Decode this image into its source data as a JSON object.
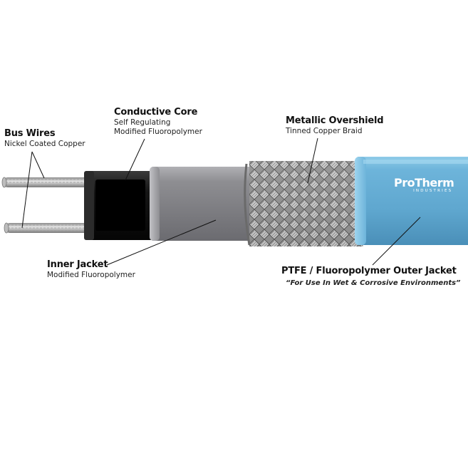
{
  "labels": {
    "bus_wires": {
      "title": "Bus Wires",
      "subtitle": "Nickel Coated Copper"
    },
    "conductive_core": {
      "title": "Conductive Core",
      "line1": "Self Regulating",
      "line2": "Modified Fluoropolymer"
    },
    "metallic_overshield": {
      "title": "Metallic Overshield",
      "subtitle": "Tinned Copper Braid"
    },
    "inner_jacket": {
      "title": "Inner Jacket",
      "subtitle": "Modified Fluoropolymer"
    },
    "outer_jacket": {
      "title": "PTFE / Fluoropolymer Outer Jacket",
      "note": "“For Use In Wet & Corrosive Environments”"
    }
  },
  "logo": {
    "brand": "ProTherm",
    "sub": "INDUSTRIES"
  },
  "colors": {
    "outer_jacket": "#6fb3d6",
    "inner_jacket": "#8a8a8e",
    "core": "#141414",
    "braid": "#b7b7b7",
    "wire": "#c9c9c9"
  }
}
